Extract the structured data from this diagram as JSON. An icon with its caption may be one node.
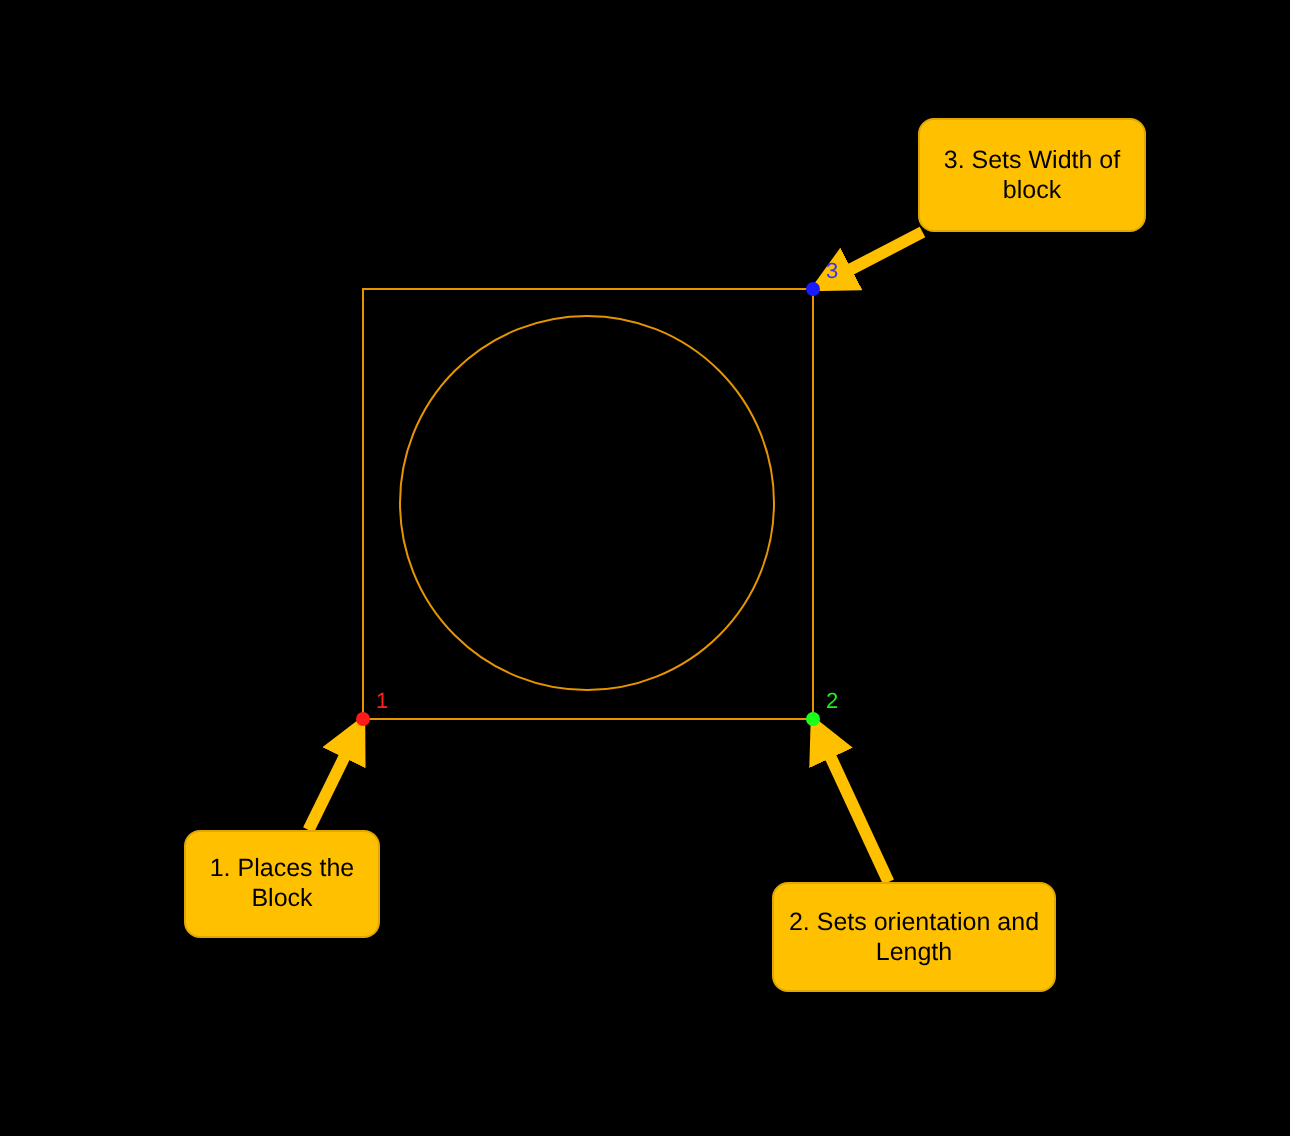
{
  "diagram": {
    "nodes": [
      {
        "text": [
          "3. Sets Width of block"
        ]
      },
      {
        "text": [],
        "shape": "circle",
        "beside": [
          "3"
        ]
      },
      {
        "text": [],
        "shape": "circle",
        "beside": [
          "1"
        ]
      },
      {
        "text": [],
        "shape": "circle",
        "beside": [
          "2"
        ]
      },
      {
        "text": [
          "1. Places the Block"
        ]
      },
      {
        "text": [
          "2. Sets orientation and Length"
        ]
      }
    ],
    "edges": [
      {
        "from": 0,
        "to": 1,
        "arrow": "to"
      },
      {
        "from": 4,
        "to": 2,
        "arrow": "to"
      },
      {
        "from": 5,
        "to": 3,
        "arrow": "to"
      }
    ]
  }
}
